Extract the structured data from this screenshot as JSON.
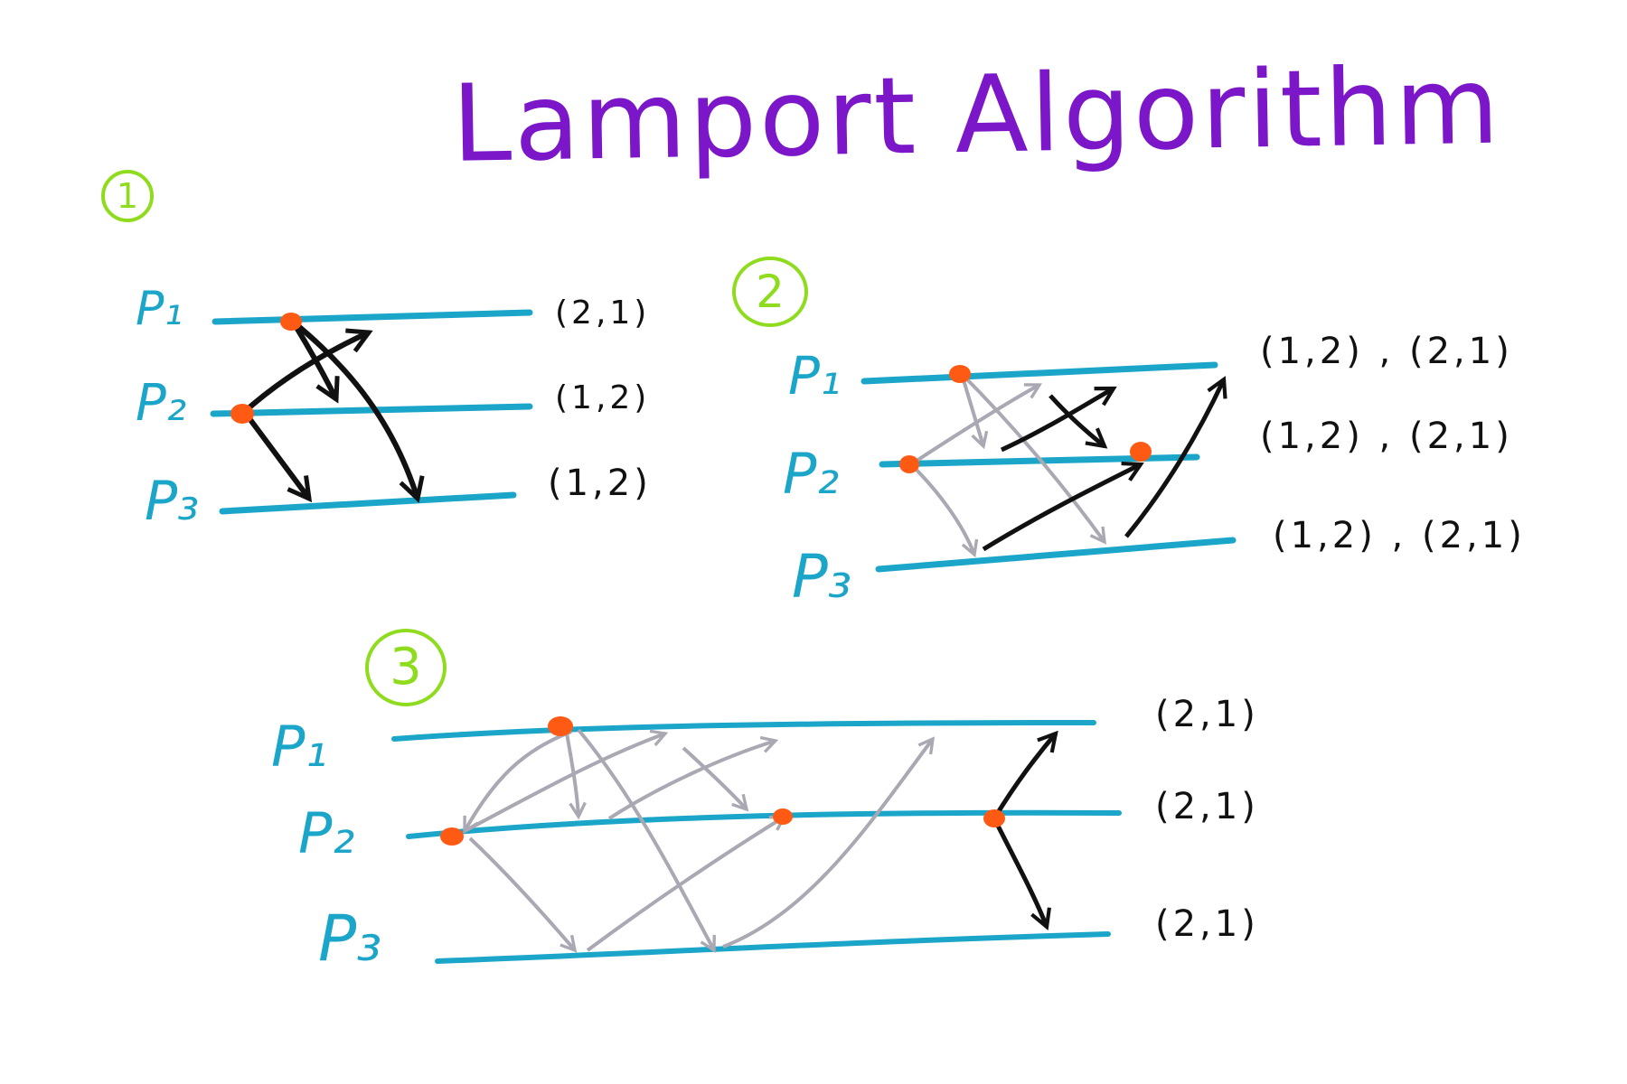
{
  "title": "Lamport Algorithm",
  "colors": {
    "title": "#7b16c9",
    "step_number": "#8fdc1e",
    "timeline": "#1ba6c9",
    "event_dot": "#ff5a14",
    "arrow_primary": "#111111",
    "arrow_past": "#a9a8b3"
  },
  "diagrams": [
    {
      "step": "1",
      "processes": [
        {
          "label": "P₁",
          "clock": "(2,1)"
        },
        {
          "label": "P₂",
          "clock": "(1,2)"
        },
        {
          "label": "P₃",
          "clock": "(1,2)"
        }
      ]
    },
    {
      "step": "2",
      "processes": [
        {
          "label": "P₁",
          "clock": "(1,2) , (2,1)"
        },
        {
          "label": "P₂",
          "clock": "(1,2) , (2,1)"
        },
        {
          "label": "P₃",
          "clock": "(1,2) , (2,1)"
        }
      ]
    },
    {
      "step": "3",
      "processes": [
        {
          "label": "P₁",
          "clock": "(2,1)"
        },
        {
          "label": "P₂",
          "clock": "(2,1)"
        },
        {
          "label": "P₃",
          "clock": "(2,1)"
        }
      ]
    }
  ]
}
